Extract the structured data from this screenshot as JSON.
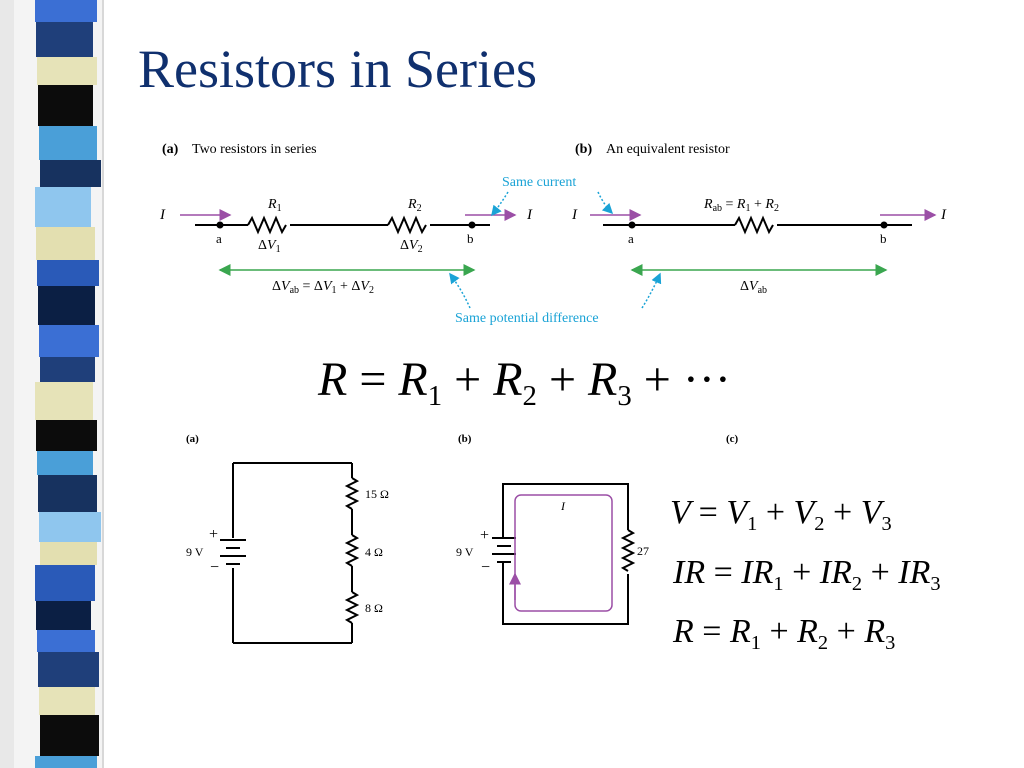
{
  "title": "Resistors in Series",
  "top_figure": {
    "panel_a_label": "(a)",
    "panel_a_caption": "Two resistors in series",
    "panel_b_label": "(b)",
    "panel_b_caption": "An equivalent resistor",
    "same_current": "Same current",
    "same_potential_difference": "Same potential difference",
    "current_label": "I",
    "node_a": "a",
    "node_b": "b"
  },
  "main_equation": {
    "lhs": "R",
    "eq": "=",
    "t1": "R",
    "t1_sub": "1",
    "plus1": "+",
    "t2": "R",
    "t2_sub": "2",
    "plus2": "+",
    "t3": "R",
    "t3_sub": "3",
    "plus3": "+",
    "dots": "···"
  },
  "circuits": {
    "label_a": "(a)",
    "label_b": "(b)",
    "label_c": "(c)",
    "battery_voltage": "9 V",
    "plus_sign": "+",
    "minus_sign": "−",
    "r1_value": "15 Ω",
    "r2_value": "4 Ω",
    "r3_value": "8 Ω",
    "r_equivalent_partial": "27",
    "current_label": "I"
  },
  "equations": {
    "line1": {
      "lhs": "V",
      "eq": "=",
      "a": "V",
      "a_sub": "1",
      "p1": "+",
      "b": "V",
      "b_sub": "2",
      "p2": "+",
      "c": "V",
      "c_sub": "3"
    },
    "line2": {
      "lhs": "IR",
      "eq": "=",
      "a": "IR",
      "a_sub": "1",
      "p1": "+",
      "b": "IR",
      "b_sub": "2",
      "p2": "+",
      "c": "IR",
      "c_sub": "3"
    },
    "line3": {
      "lhs": "R",
      "eq": "=",
      "a": "R",
      "a_sub": "1",
      "p1": "+",
      "b": "R",
      "b_sub": "2",
      "p2": "+",
      "c": "R",
      "c_sub": "3"
    }
  },
  "colors": {
    "title": "#10306e",
    "current_arrow": "#9b4fa6",
    "callout": "#1aa3d6",
    "potential_arrow": "#3aa64f",
    "wire": "#000000"
  }
}
